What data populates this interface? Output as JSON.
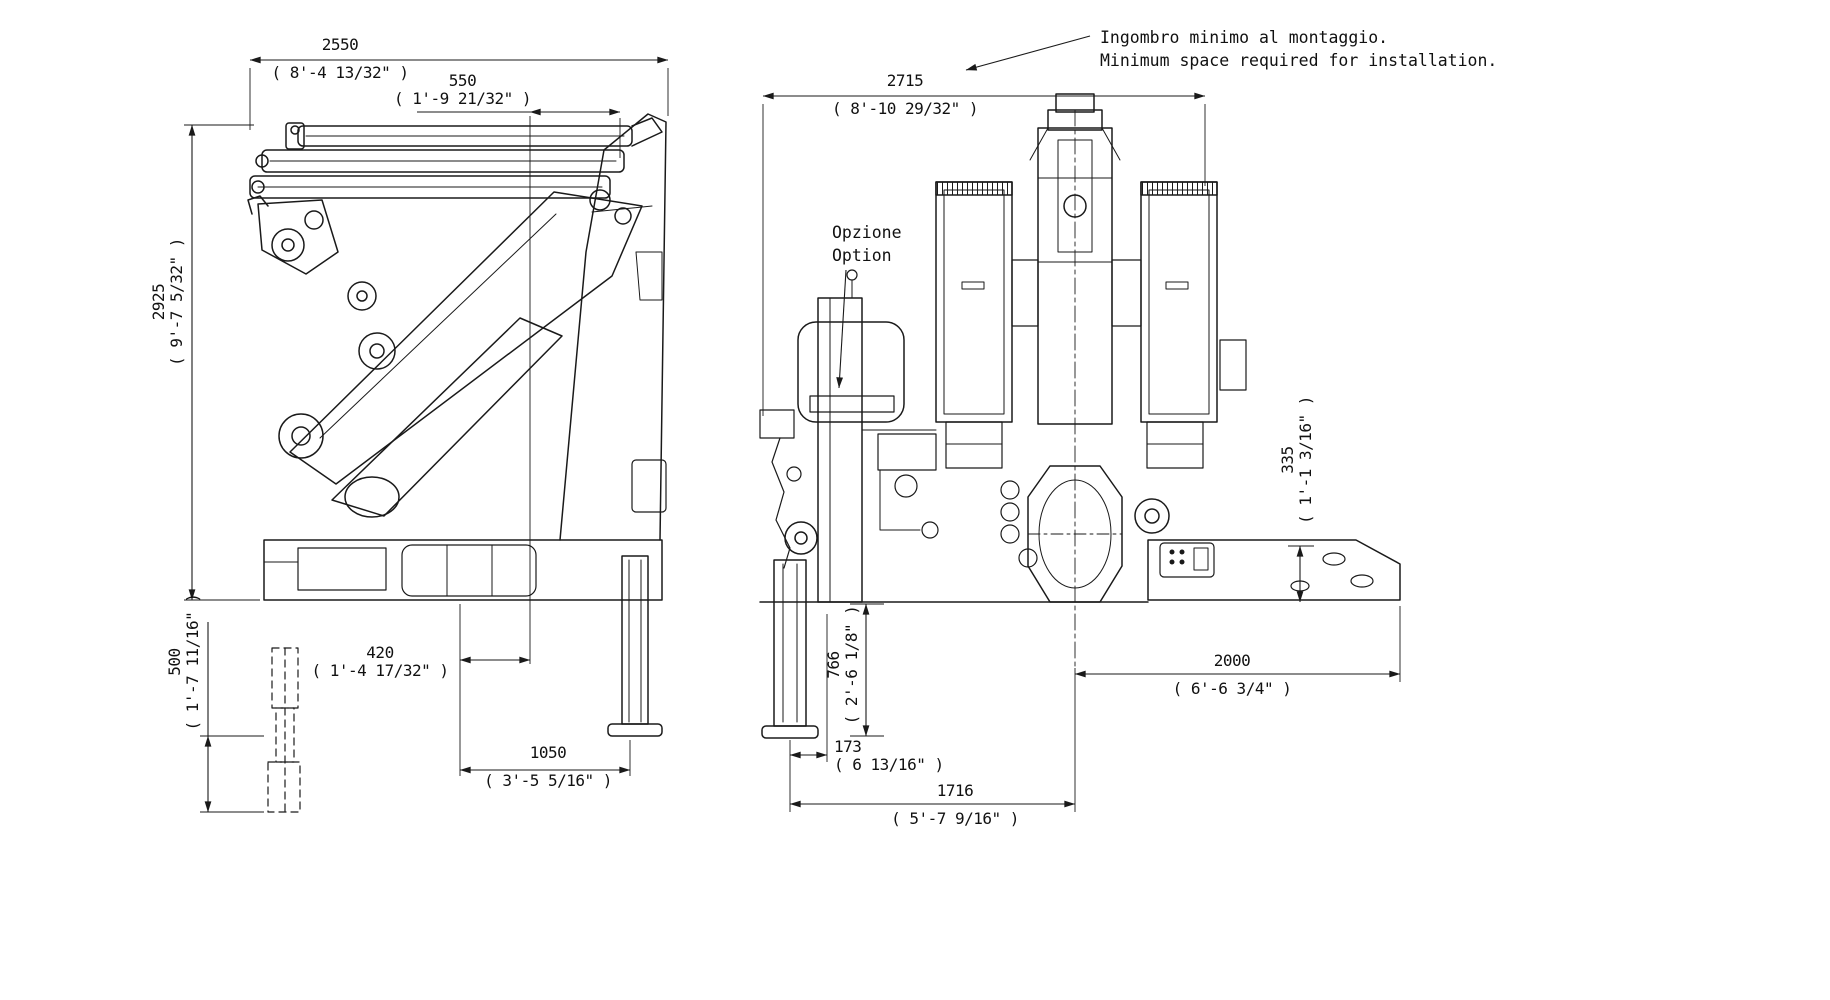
{
  "title": "Crane installation dimensions drawing",
  "colors": {
    "line": "#1a1a1a",
    "background": "#ffffff"
  },
  "notes": {
    "installation": {
      "line1": "Ingombro minimo al montaggio.",
      "line2": "Minimum space required for installation."
    },
    "option": {
      "line1": "Opzione",
      "line2": "Option"
    }
  },
  "side_view": {
    "dims": {
      "d2550": {
        "mm": "2550",
        "imp": "( 8'-4 13/32\" )"
      },
      "d550": {
        "mm": "550",
        "imp": "( 1'-9 21/32\" )"
      },
      "d2925": {
        "mm": "2925",
        "imp": "( 9'-7 5/32\" )"
      },
      "d500": {
        "mm": "500",
        "imp": "( 1'-7 11/16\" )"
      },
      "d420": {
        "mm": "420",
        "imp": "( 1'-4 17/32\" )"
      },
      "d1050": {
        "mm": "1050",
        "imp": "( 3'-5 5/16\" )"
      }
    }
  },
  "rear_view": {
    "dims": {
      "d2715": {
        "mm": "2715",
        "imp": "( 8'-10 29/32\" )"
      },
      "d335": {
        "mm": "335",
        "imp": "( 1'-1 3/16\" )"
      },
      "d766": {
        "mm": "766",
        "imp": "( 2'-6 1/8\" )"
      },
      "d2000": {
        "mm": "2000",
        "imp": "( 6'-6 3/4\" )"
      },
      "d173": {
        "mm": "173",
        "imp": "( 6 13/16\" )"
      },
      "d1716": {
        "mm": "1716",
        "imp": "( 5'-7 9/16\" )"
      }
    }
  }
}
